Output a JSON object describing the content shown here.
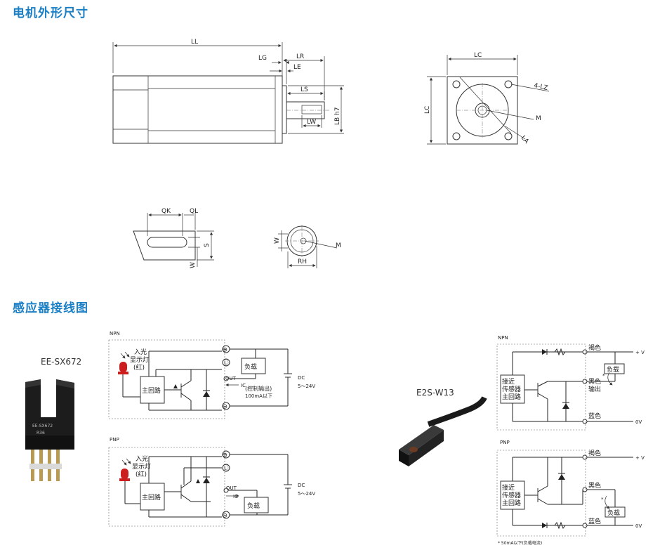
{
  "headings": {
    "motor_dims": "电机外形尺寸",
    "sensor_wiring": "感应器接线图"
  },
  "motor_side": {
    "LL": "LL",
    "LG": "LG",
    "LR": "LR",
    "LE": "LE",
    "LS": "LS",
    "LW": "LW",
    "LB": "LB h7"
  },
  "motor_front": {
    "LC_top": "LC",
    "LC_left": "LC",
    "LZ": "4-LZ",
    "M": "M",
    "LA": "LA"
  },
  "shaft_key": {
    "QK": "QK",
    "QL": "QL",
    "S": "S",
    "W": "W"
  },
  "shaft_end": {
    "W": "W",
    "M": "M",
    "RH": "RH"
  },
  "sensor1": {
    "model": "EE-SX672",
    "body_text1": "EE-SX672",
    "body_text2": "R36"
  },
  "npn1": {
    "type": "NPN",
    "light_in": "入光",
    "indicator": "显示灯",
    "indicator_red": "(红)",
    "main_circuit": "主回路",
    "out": "OUT",
    "ic": "IC",
    "load": "负载",
    "control_out": "(控制输出)",
    "current": "100mA以下",
    "dc": "DC",
    "dc_range": "5～24V",
    "plus": "⊕",
    "l": "Ⓛ",
    "minus": "⊖"
  },
  "pnp1": {
    "type": "PNP",
    "light_in": "入光",
    "indicator": "显示灯",
    "indicator_red": "(红)",
    "main_circuit": "主回路",
    "out": "OUT",
    "ic": "IC",
    "load": "负载",
    "dc": "DC",
    "dc_range": "5～24V",
    "plus": "⊕",
    "l": "Ⓛ",
    "minus": "⊖"
  },
  "sensor2": {
    "model": "E2S-W13"
  },
  "npn2": {
    "type": "NPN",
    "main1": "接近",
    "main2": "传感器",
    "main3": "主回路",
    "brown": "褐色",
    "black": "黑色",
    "output": "输出",
    "blue": "蓝色",
    "load": "负载",
    "vplus": "+ V",
    "v0": "0V",
    "star": "*"
  },
  "pnp2": {
    "type": "PNP",
    "main1": "接近",
    "main2": "传感器",
    "main3": "主回路",
    "brown": "褐色",
    "black": "黑色",
    "blue": "蓝色",
    "load": "负载",
    "vplus": "+ V",
    "v0": "0V",
    "star": "*"
  },
  "footnote": "* 50mA以下(负载电流)"
}
